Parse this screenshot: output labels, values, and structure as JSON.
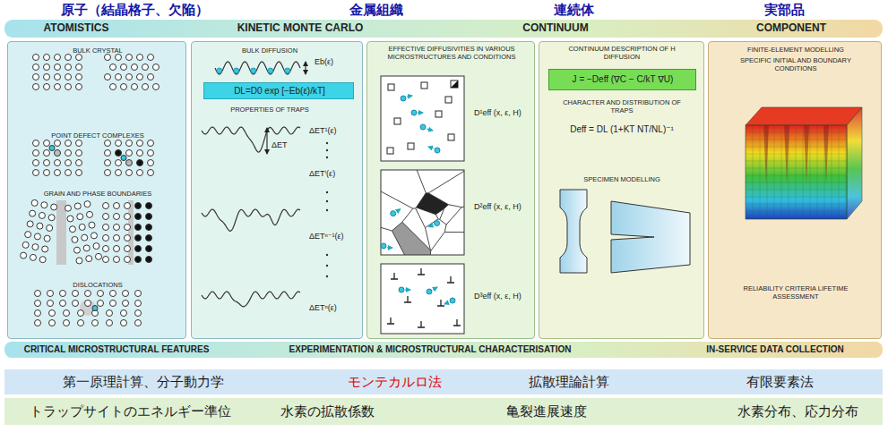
{
  "diagram": {
    "nodes": [
      {
        "text": [
          "ATOMISTICS",
          "KINETIC MONTE CARLO",
          "CONTINUUM",
          "COMPONENT"
        ]
      },
      {
        "text": [
          "BULK CRYSTAL",
          "POINT DEFECT COMPLEXES",
          "GRAIN AND PHASE BOUNDARIES",
          "DISLOCATIONS"
        ]
      },
      {
        "text": [
          "BULK DIFFUSION",
          "Eb(ε)",
          "PROPERTIES OF TRAPS",
          "ΔET",
          "ΔET¹(ε)",
          "ΔETⁱ(ε)",
          "ΔETⁿ⁻¹(ε)",
          "ΔETⁿ(ε)"
        ]
      },
      {
        "text": [
          "DL=D0 exp [−Eb(ε)/kT]"
        ],
        "in": 2
      },
      {
        "text": [
          "EFFECTIVE DIFFUSIVITIES IN VARIOUS MICROSTRUCTURES AND CONDITIONS",
          "D¹eff (x, ε, H)",
          "D²eff (x, ε, H)",
          "D³eff (x, ε, H)"
        ]
      },
      {
        "text": [
          "CONTINUUM DESCRIPTION OF H DIFFUSION",
          "CHARACTER AND DISTRIBUTION OF TRAPS",
          "Deff = DL (1+KT NT/NL)⁻¹",
          "SPECIMEN MODELLING"
        ]
      },
      {
        "text": [
          "J = −Deff (∇C − C/kT ∇U)"
        ],
        "in": 5
      },
      {
        "text": [
          "FINITE-ELEMENT MODELLING",
          "SPECIFIC INITIAL AND BOUNDARY CONDITIONS",
          "RELIABILITY CRITERIA LIFETIME ASSESSMENT"
        ]
      },
      {
        "text": [
          "CRITICAL MICROSTRUCTURAL FEATURES",
          "EXPERIMENTATION & MICROSTRUCTURAL CHARACTERISATION",
          "IN-SERVICE DATA COLLECTION"
        ]
      },
      {
        "text": [
          "第一原理計算、分子動力学",
          "モンテカルロ法",
          "拡散理論計算",
          "有限要素法"
        ]
      },
      {
        "text": [
          "トラップサイトのエネルギー準位",
          "水素の拡散係数",
          "亀裂進展速度",
          "水素分布、応力分布"
        ]
      }
    ],
    "labels": [
      "原子（結晶格子、欠陥）",
      "金属組織",
      "連続体",
      "実部品"
    ]
  }
}
